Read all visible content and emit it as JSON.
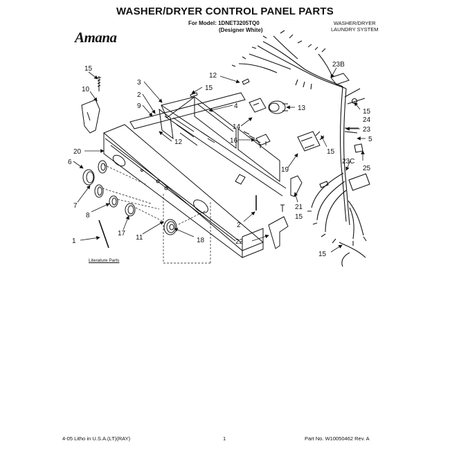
{
  "header": {
    "title": "WASHER/DRYER CONTROL PANEL PARTS",
    "model_line": "For Model: 1DNET3205TQ0",
    "model_variant": "(Designer White)",
    "system_line1": "WASHER/DRYER",
    "system_line2": "LAUNDRY SYSTEM",
    "brand": "Amana"
  },
  "callouts": [
    {
      "id": "c15a",
      "text": "15"
    },
    {
      "id": "c10",
      "text": "10"
    },
    {
      "id": "c12a",
      "text": "12"
    },
    {
      "id": "c15b",
      "text": "15"
    },
    {
      "id": "c3",
      "text": "3"
    },
    {
      "id": "c2a",
      "text": "2"
    },
    {
      "id": "c9",
      "text": "9"
    },
    {
      "id": "c4",
      "text": "4"
    },
    {
      "id": "c13",
      "text": "13"
    },
    {
      "id": "c14",
      "text": "14"
    },
    {
      "id": "c16",
      "text": "16"
    },
    {
      "id": "c12b",
      "text": "12"
    },
    {
      "id": "c20",
      "text": "20"
    },
    {
      "id": "c6",
      "text": "6"
    },
    {
      "id": "c7",
      "text": "7"
    },
    {
      "id": "c8",
      "text": "8"
    },
    {
      "id": "c17",
      "text": "17"
    },
    {
      "id": "c11",
      "text": "11"
    },
    {
      "id": "c18",
      "text": "18"
    },
    {
      "id": "c1",
      "text": "1"
    },
    {
      "id": "c2b",
      "text": "2"
    },
    {
      "id": "c22",
      "text": "22"
    },
    {
      "id": "c19",
      "text": "19"
    },
    {
      "id": "c15c",
      "text": "15"
    },
    {
      "id": "c21",
      "text": "21"
    },
    {
      "id": "c15d",
      "text": "15"
    },
    {
      "id": "c23B",
      "text": "23B"
    },
    {
      "id": "c15e",
      "text": "15"
    },
    {
      "id": "c24",
      "text": "24"
    },
    {
      "id": "c23",
      "text": "23"
    },
    {
      "id": "c5",
      "text": "5"
    },
    {
      "id": "c23C",
      "text": "23C"
    },
    {
      "id": "c25",
      "text": "25"
    },
    {
      "id": "c15f",
      "text": "15"
    }
  ],
  "illustrated_parts_note": "Literature Parts",
  "footer": {
    "left": "4-05 Litho in U.S.A.(LT)(RAY)",
    "page": "1",
    "right": "Part No. W10050462 Rev. A"
  },
  "colors": {
    "ink": "#111111",
    "background": "#ffffff"
  }
}
